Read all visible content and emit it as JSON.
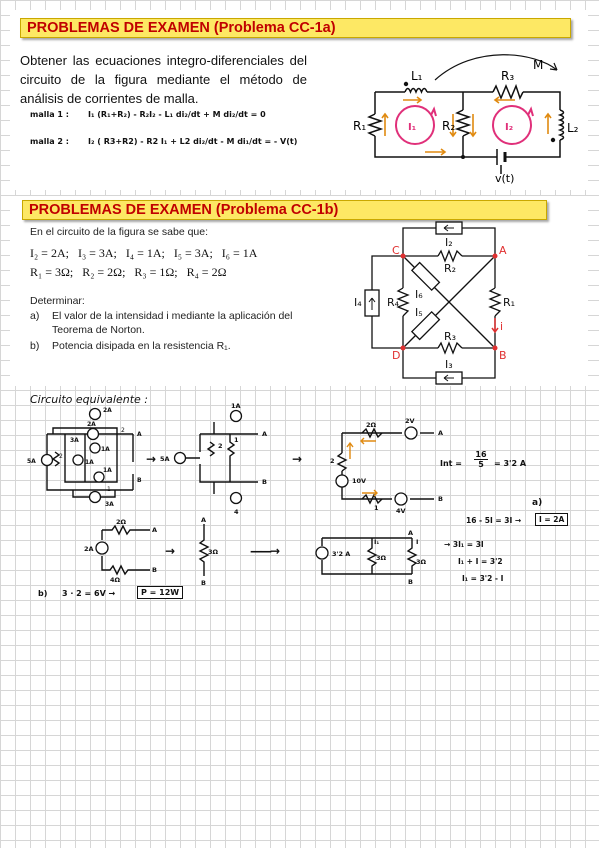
{
  "problem_a": {
    "title": "PROBLEMAS DE EXAMEN (Problema CC-1a)",
    "statement": "Obtener las ecuaciones integro-diferenciales del circuito de la figura mediante el método de análisis de corrientes de malla.",
    "mesh1_label": "malla 1 :",
    "mesh1_eq": "I₁ (R₁+R₂) - R₂I₂ - L₁ di₂/dt + M di₂/dt = 0",
    "mesh2_label": "malla 2 :",
    "mesh2_eq": "I₂ ( R3+R2) - R2 I₁ + L2 di₂/dt - M di₁/dt = - V(t)",
    "circuit": {
      "L1": "L₁",
      "R3": "R₃",
      "M": "M",
      "R1": "R₁",
      "R2": "R₂",
      "L2": "L₂",
      "I1": "I₁",
      "I2": "I₂",
      "source": "v(t)"
    }
  },
  "problem_b": {
    "title": "PROBLEMAS DE EXAMEN (Problema CC-1b)",
    "given_intro": "En el circuito de la figura se sabe que:",
    "currents": "I₂ = 2A;   I₃ = 3A;   I₄ = 1A;   I₅ = 3A;   I₆ = 1A",
    "resistances": "R₁ = 3Ω;   R₂ = 2Ω;   R₃ = 1Ω;   R₄ = 2Ω",
    "determine": "Determinar:",
    "items": [
      {
        "marker": "a)",
        "text": "El valor de la intensidad i mediante la aplicación del Teorema de Norton."
      },
      {
        "marker": "b)",
        "text": "Potencia disipada en la resistencia R₁."
      }
    ],
    "circuit": {
      "C": "C",
      "A": "A",
      "D": "D",
      "B": "B",
      "I2": "I₂",
      "R2": "R₂",
      "I6": "I₆",
      "I4": "I₄",
      "R4": "R₄",
      "I5": "I₅",
      "R1": "R₁",
      "i": "i",
      "R3": "R₃",
      "I3": "I₃"
    }
  },
  "solution": {
    "heading": "Circuito equivalente :",
    "c1": {
      "s1": "2A",
      "s2": "3A",
      "s3": "2A",
      "s4": "1A",
      "s5": "5A",
      "s6": "1A",
      "s7": "1A",
      "s8": "3A",
      "r1": "2",
      "r2": "2",
      "r3": "1",
      "A": "A",
      "B": "B"
    },
    "c2": {
      "top": "1A",
      "left": "5A",
      "r": "2",
      "r2": "1",
      "bottom": "4",
      "A": "A",
      "B": "B"
    },
    "c3": {
      "r_top": "2Ω",
      "v_top": "2V",
      "v_left": "10V",
      "r_left": "2",
      "v_bot": "4V",
      "r_bot": "1",
      "A": "A",
      "B": "B"
    },
    "int_label": "Int =",
    "int_num": "16",
    "int_den": "5",
    "int_val": "= 3'2 A",
    "c4": {
      "top": "2Ω",
      "left": "2A",
      "bottom": "4Ω",
      "A": "A",
      "B": "B"
    },
    "c5": {
      "A": "A",
      "r": "3Ω",
      "B": "B"
    },
    "c6": {
      "src": "3'2 A",
      "i1": "I₁",
      "r1": "3Ω",
      "i": "I",
      "r2": "3Ω",
      "A": "A",
      "B": "B"
    },
    "a_label": "a)",
    "a_eq1": "16 - 5I = 3I →",
    "a_result": "I = 2A",
    "a_eq2": "→ 3I₁ = 3I",
    "a_eq3": "I₁ + I = 3'2",
    "a_eq4": "I₁ = 3'2 - I",
    "b_label": "b)",
    "b_eq": "3 · 2 = 6V  →",
    "b_result": "P = 12W"
  }
}
